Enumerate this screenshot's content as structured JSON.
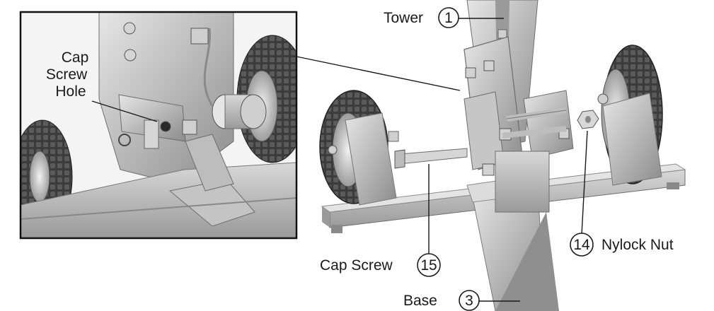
{
  "inset": {
    "labels": {
      "cap_line1": "Cap",
      "cap_line2": "Screw",
      "cap_line3": "Hole"
    }
  },
  "callouts": {
    "tower": {
      "text": "Tower",
      "number": "1"
    },
    "nylock_nut": {
      "number": "14",
      "text": "Nylock Nut"
    },
    "cap_screw": {
      "text": "Cap Screw",
      "number": "15"
    },
    "base": {
      "text": "Base",
      "number": "3"
    }
  },
  "colors": {
    "steel_light": "#d9d9d9",
    "steel_mid": "#a8a8a8",
    "steel_dark": "#6e6e6e",
    "tire": "#3a3a3a",
    "ink": "#1a1a1a"
  }
}
